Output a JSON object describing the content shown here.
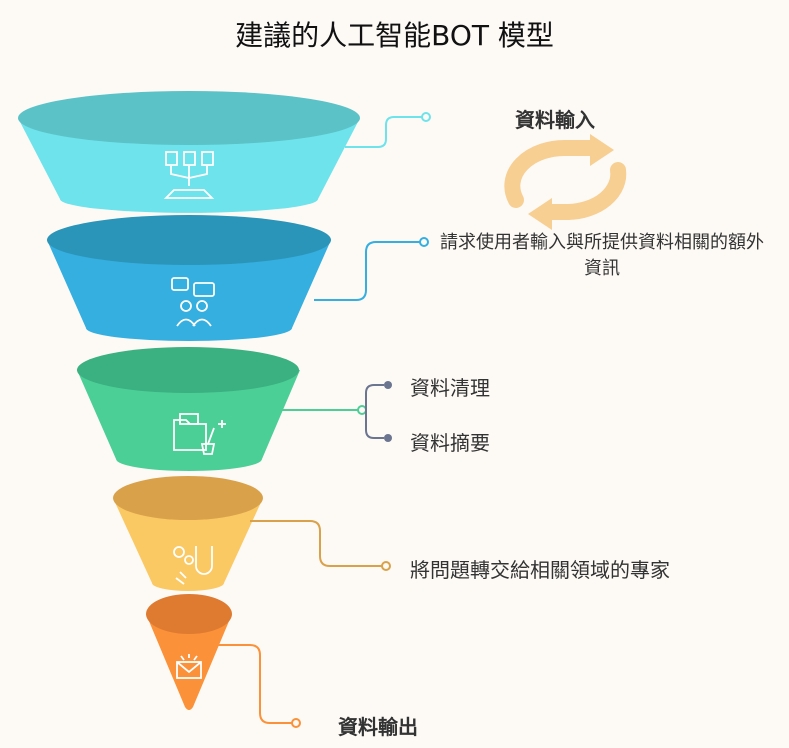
{
  "title": "建議的人工智能BOT 模型",
  "stages": [
    {
      "label": "資料輸入",
      "icon": "documents-to-tray-icon",
      "color": "#6ee3eb",
      "top_color": "#5bc2c7"
    },
    {
      "label": "請求使用者輸入與所提供資料相關的額外資訊",
      "icon": "users-chat-icon",
      "color": "#35aee0",
      "top_color": "#2a95b8"
    },
    {
      "label_a": "資料清理",
      "label_b": "資料摘要",
      "icon": "folder-broom-icon",
      "color": "#4ccf96",
      "top_color": "#3bb080"
    },
    {
      "label": "將問題轉交給相關領域的專家",
      "icon": "magnet-attract-icon",
      "color": "#fbc964",
      "top_color": "#d9a24a"
    },
    {
      "label": "資料輸出",
      "icon": "envelope-burst-icon",
      "color": "#fb9138",
      "top_color": "#de7b30"
    }
  ],
  "cycle_icon": "refresh-cycle-icon",
  "colors": {
    "connector_1": "#6ee3eb",
    "connector_2": "#35aee0",
    "connector_3": "#4ccf96",
    "connector_4": "#d9a24a",
    "connector_5": "#fb9138",
    "bullet": "#6b7590",
    "cycle": "#f7cf92"
  }
}
